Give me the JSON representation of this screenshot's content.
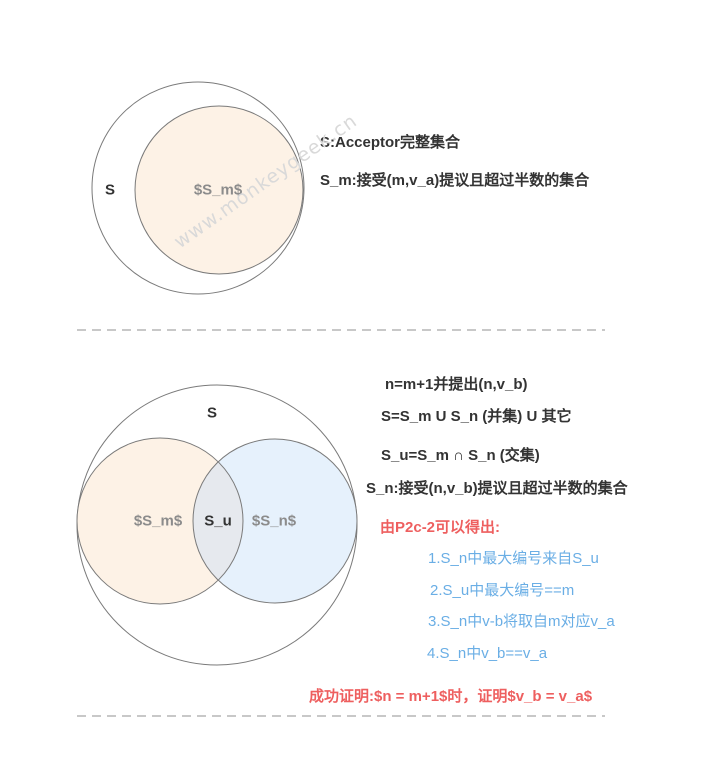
{
  "diagram1": {
    "outer_label": "S",
    "inner_label": "$S_m$",
    "legend": [
      "S:Acceptor完整集合",
      "S_m:接受(m,v_a)提议且超过半数的集合"
    ]
  },
  "diagram2": {
    "outer_label": "S",
    "left_label": "$S_m$",
    "intersection_label": "S_u",
    "right_label": "$S_n$",
    "notes": [
      "n=m+1并提出(n,v_b)",
      "S=S_m U S_n (并集) U 其它",
      "S_u=S_m ∩ S_n (交集)",
      "S_n:接受(n,v_b)提议且超过半数的集合"
    ],
    "derive_heading": "由P2c-2可以得出:",
    "derivations": [
      "1.S_n中最大编号来自S_u",
      "2.S_u中最大编号==m",
      "3.S_n中v-b将取自m对应v_a",
      "4.S_n中v_b==v_a"
    ],
    "conclusion": "成功证明:$n = m+1$时，证明$v_b = v_a$"
  },
  "watermark": "www.monkeygeek.cn",
  "colors": {
    "circle_stroke": "#7a7a7a",
    "sm_fill": "#fdf2e6",
    "sn_fill": "#e6f1fc",
    "overlap_fill": "#e6e9ee",
    "dash": "#b5b5b5",
    "blue_text": "#6aaee5",
    "red_text": "#ee5f5f"
  }
}
